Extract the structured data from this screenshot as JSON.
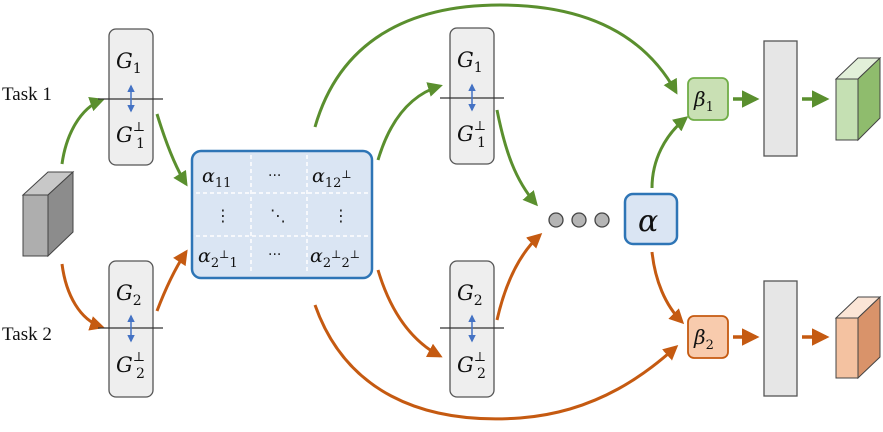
{
  "tasks": {
    "task1": "Task 1",
    "task2": "Task 2"
  },
  "g_boxes": {
    "g1": "G",
    "g1_sub": "1",
    "g1_perp": "G",
    "g1_perp_sup": "⊥",
    "g1_perp_sub": "1",
    "g2": "G",
    "g2_sub": "2",
    "g2_perp": "G",
    "g2_perp_sup": "⊥",
    "g2_perp_sub": "2"
  },
  "matrix": {
    "a11": "α",
    "a11_sub": "11",
    "top_dots": "···",
    "a12": "α",
    "a12_sub": "12",
    "a12_sup": "⊥",
    "vdots_left": "⋮",
    "ddots": "⋱",
    "vdots_right": "⋮",
    "a21": "α",
    "a21_sub1": "2",
    "a21_sup": "⊥",
    "a21_sub2": "1",
    "bottom_dots": "···",
    "a22": "α",
    "a22_sub1": "2",
    "a22_sup1": "⊥",
    "a22_sub2": "2",
    "a22_sup2": "⊥"
  },
  "alpha": "α",
  "betas": {
    "b1": "β",
    "b1_sub": "1",
    "b2": "β",
    "b2_sub": "2"
  },
  "colors": {
    "green_arrow": "#5a8f2e",
    "orange_arrow": "#c55a11",
    "blue_arrow": "#4472c4",
    "matrix_fill": "#dae5f3",
    "matrix_border": "#2e75b6",
    "alpha_fill": "#dae5f3",
    "beta1_fill": "#c9e0b4",
    "beta1_border": "#70ad47",
    "beta2_fill": "#f8cbad",
    "beta2_border": "#c55a11",
    "g_box_fill": "#eeeeee",
    "g_box_border": "#555555",
    "output1_fill": "#c5e0b3",
    "output2_fill": "#f4b183"
  }
}
